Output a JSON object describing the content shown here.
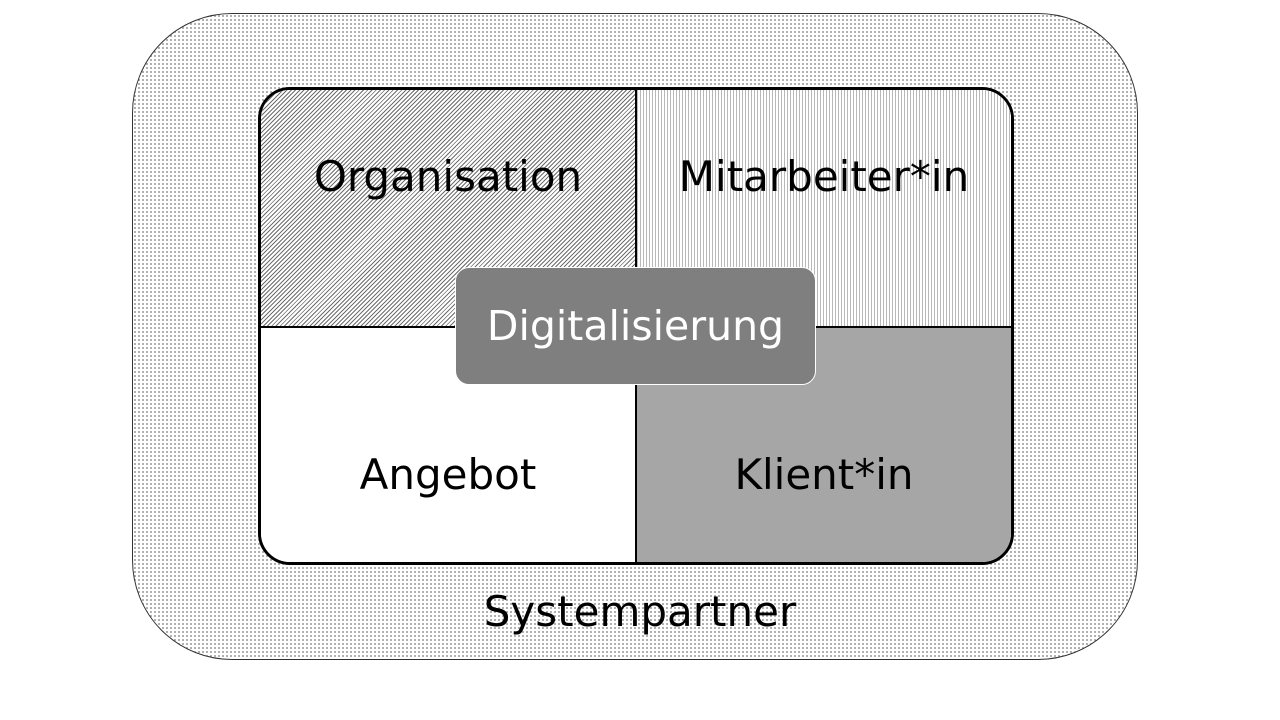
{
  "diagram": {
    "outer": {
      "label": "Systempartner"
    },
    "quadrants": {
      "top_left": {
        "label": "Organisation"
      },
      "top_right": {
        "label": "Mitarbeiter*in"
      },
      "bottom_left": {
        "label": "Angebot"
      },
      "bottom_right": {
        "label": "Klient*in"
      }
    },
    "center": {
      "label": "Digitalisierung"
    },
    "colors": {
      "center_fill": "#7f7f7f",
      "center_text": "#ffffff",
      "bottom_right_fill": "#a6a6a6",
      "border": "#000000"
    }
  }
}
